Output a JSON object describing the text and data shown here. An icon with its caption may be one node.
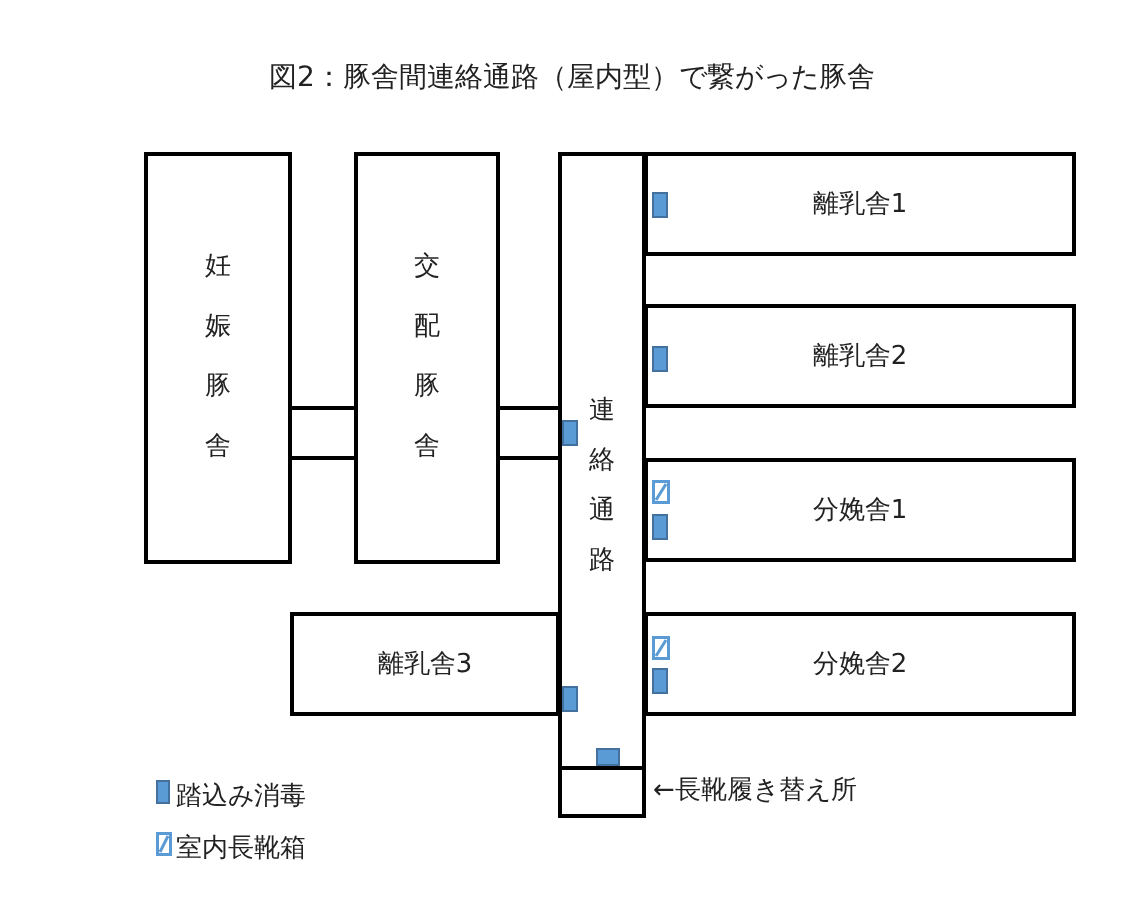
{
  "diagram": {
    "title": "図2：豚舎間連絡通路（屋内型）で繋がった豚舎",
    "nodes": [
      {
        "text": [
          "妊娠豚舎"
        ]
      },
      {
        "text": [
          "交配豚舎"
        ]
      },
      {
        "text": [
          "連絡通路"
        ]
      },
      {
        "text": [
          "離乳舎1"
        ]
      },
      {
        "text": [
          "離乳舎2"
        ]
      },
      {
        "text": [
          "分娩舎1"
        ]
      },
      {
        "text": [
          "分娩舎2"
        ]
      },
      {
        "text": [
          "離乳舎3"
        ]
      },
      {
        "text": [],
        "shape": "box",
        "in": 2,
        "beside": [
          "←長靴履き替え所"
        ]
      }
    ],
    "legend": [
      {
        "text": "踏込み消毒",
        "color": "#5b9bd5"
      },
      {
        "text": "室内長靴箱"
      }
    ]
  }
}
